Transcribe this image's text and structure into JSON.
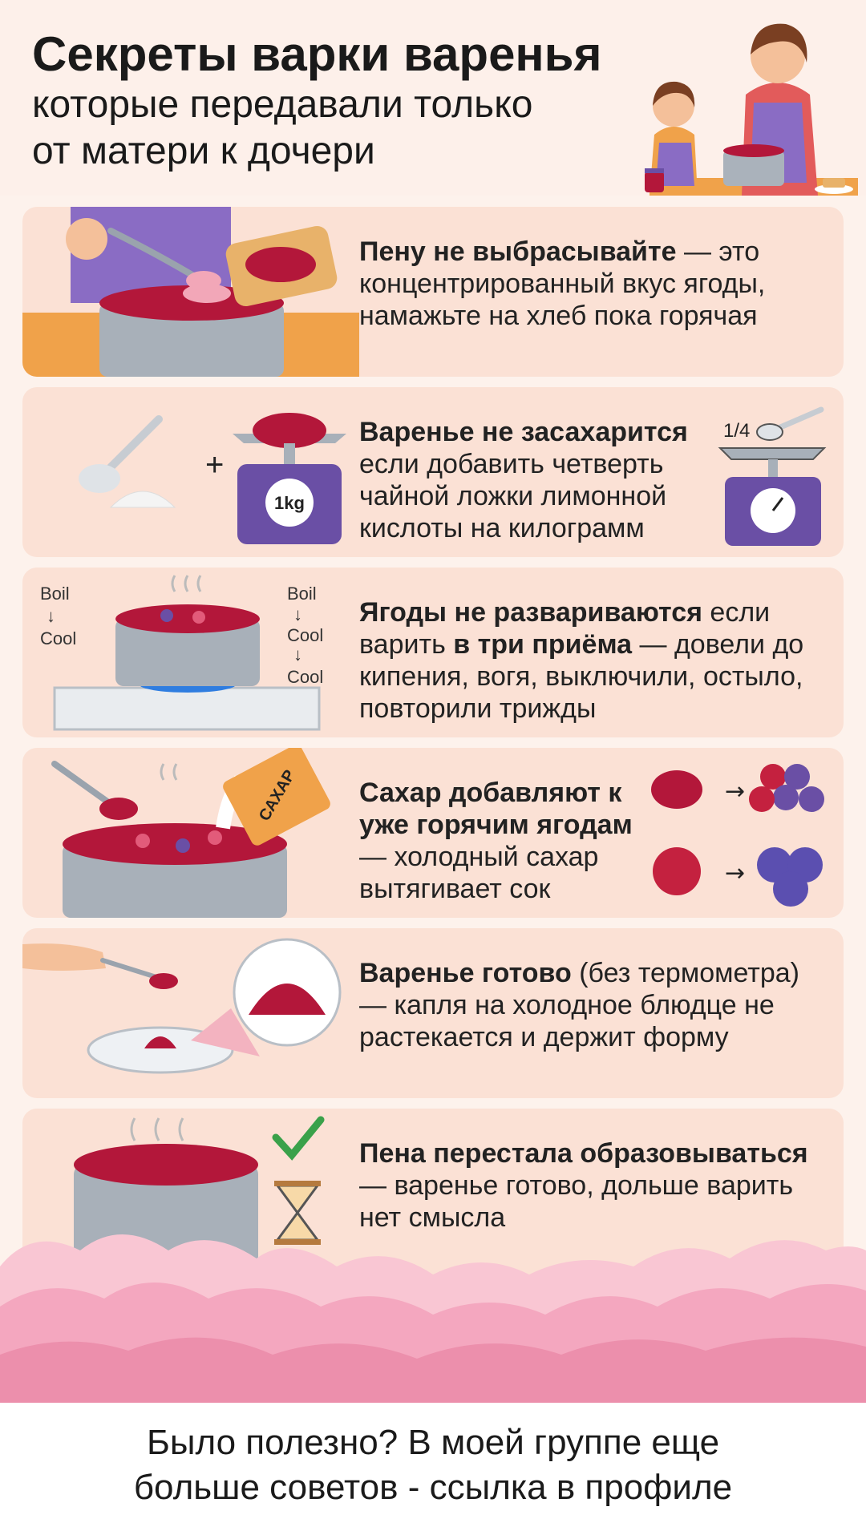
{
  "header": {
    "title": "Секреты варки варенья",
    "subtitle_line1": "которые передавали только",
    "subtitle_line2": "от матери к дочери"
  },
  "tips": [
    {
      "bold": "Пену не выбрасывайте",
      "rest": " — это концентрированный вкус ягоды, намажьте на хлеб пока горячая"
    },
    {
      "bold": "Варенье не засахарится",
      "rest": " если добавить четверть чайной ложки лимонной кислоты на килограмм"
    },
    {
      "bold": "Ягоды не развариваются",
      "rest_a": " если варить ",
      "bold_b": "в три приёма",
      "rest_b": " — довели до кипения, вогя, выключили, остыло, повторили трижды"
    },
    {
      "bold": "Сахар добавляют к уже горячим ягодам",
      "rest": " — холодный сахар вытягивает сок"
    },
    {
      "bold": "Варенье готово",
      "rest": " (без термометра) — капля на холодное блюдце не растекается и держит форму"
    },
    {
      "bold": "Пена перестала образовываться",
      "rest": " — варенье готово, дольше варить нет смысла"
    }
  ],
  "labels": {
    "weight": "1kg",
    "quarter": "1/4",
    "boil": "Boil",
    "cool": "Cool",
    "sugar_bag": "САХАР"
  },
  "footer": {
    "line1": "Было полезно? В моей группе еще",
    "line2": "больше советов - ссылка в профиле"
  },
  "colors": {
    "jam": "#b3173a",
    "pot": "#9aa3ad",
    "card": "#fbe1d5",
    "purple": "#6a4fa5",
    "cloud": "#f4a7bf"
  }
}
